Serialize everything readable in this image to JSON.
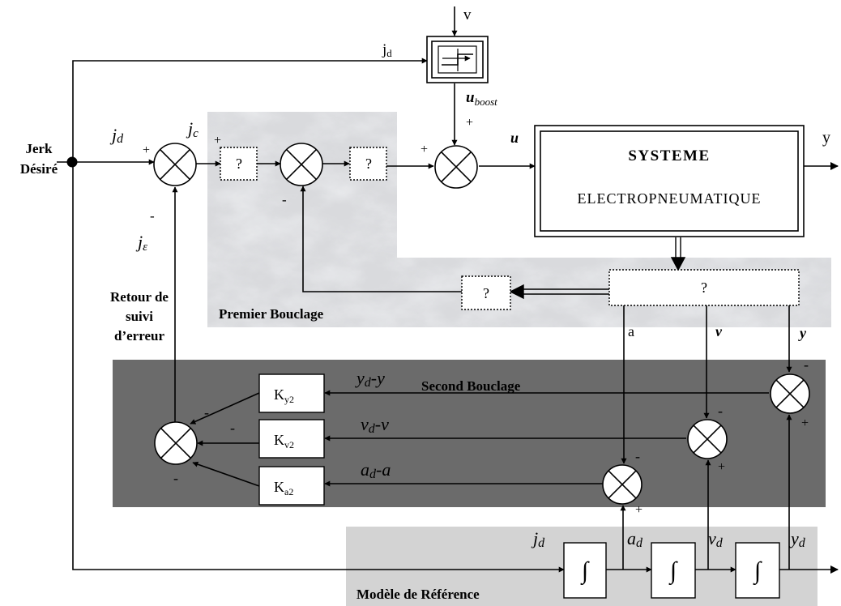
{
  "colors": {
    "second_loop_bg": "#6b6b6b",
    "reference_model_bg": "#d3d3d3",
    "marble_base": "#d9dadd",
    "ink": "#000000"
  },
  "inputs": {
    "jerk_line1": "Jerk",
    "jerk_line2": "Désiré",
    "v_label": "v",
    "jd_top": "j",
    "jd_top_sub": "d",
    "u_boost_main": "u",
    "u_boost_sub": "boost"
  },
  "signals": {
    "jd_main": "j",
    "jd_main_sub": "d",
    "jc_main": "j",
    "jc_sub": "c",
    "jeps_main": "j",
    "jeps_sub": "ε",
    "u": "u",
    "y_out": "y",
    "a": "a",
    "v": "v",
    "y": "y",
    "yd_y_main": "y",
    "yd_y_sub": "d",
    "yd_y_tail": "-y",
    "vd_v_main": "v",
    "vd_v_sub": "d",
    "vd_v_tail": "-v",
    "ad_a_main": "a",
    "ad_a_sub": "d",
    "ad_a_tail": "-a",
    "jd_ref_main": "j",
    "jd_ref_sub": "d",
    "ad_ref_main": "a",
    "ad_ref_sub": "d",
    "vd_ref_main": "v",
    "vd_ref_sub": "d",
    "yd_ref_main": "y",
    "yd_ref_sub": "d"
  },
  "signs": {
    "plus": "+",
    "minus": "-"
  },
  "blocks": {
    "unknown": "?",
    "system_line1": "SYSTEME",
    "system_line2": "ELECTROPNEUMATIQUE",
    "integrator": "∫",
    "ky_main": "K",
    "ky_sub": "y2",
    "kv_main": "K",
    "kv_sub": "v2",
    "ka_main": "K",
    "ka_sub": "a2"
  },
  "regions": {
    "premier": "Premier Bouclage",
    "second": "Second Bouclage",
    "reference": "Modèle de Référence",
    "retour_line1": "Retour de",
    "retour_line2": "suivi",
    "retour_line3": "d’erreur"
  }
}
